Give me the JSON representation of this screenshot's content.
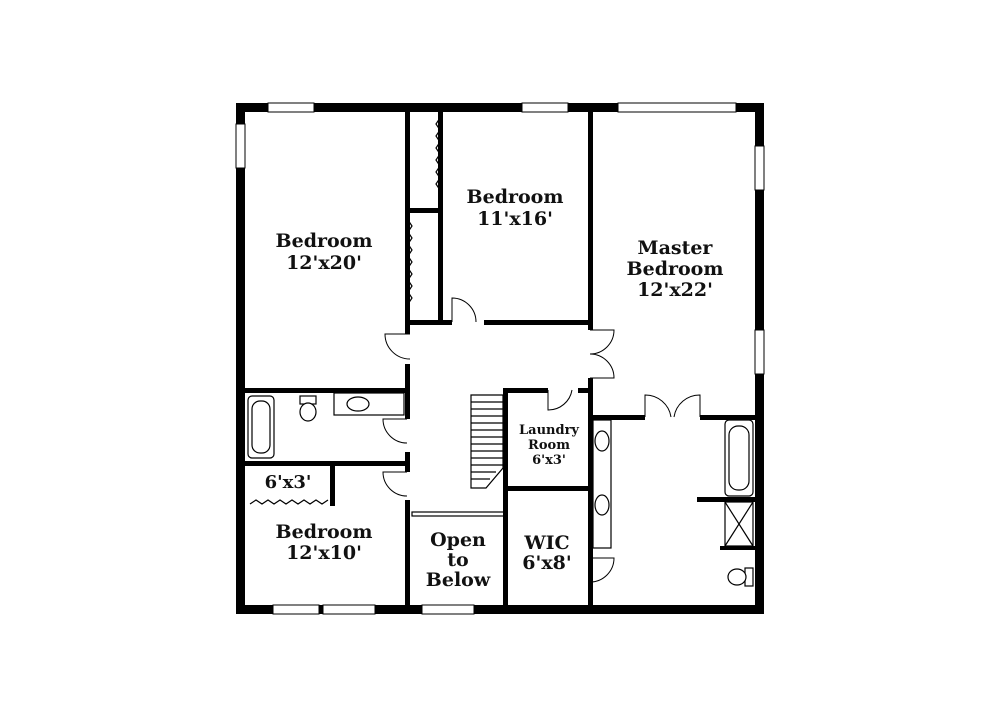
{
  "rooms": {
    "bedroom_nw": {
      "name": "Bedroom",
      "size": "12'x20'"
    },
    "bedroom_n": {
      "name": "Bedroom",
      "size": "11'x16'"
    },
    "master": {
      "line1": "Master",
      "line2": "Bedroom",
      "size": "12'x22'"
    },
    "laundry": {
      "line1": "Laundry",
      "line2": "Room",
      "size": "6'x3'"
    },
    "closet_small": {
      "size": "6'x3'"
    },
    "bedroom_sw": {
      "name": "Bedroom",
      "size": "12'x10'"
    },
    "open_below": {
      "line1": "Open",
      "line2": "to",
      "line3": "Below"
    },
    "wic": {
      "name": "WIC",
      "size": "6'x8'"
    }
  }
}
